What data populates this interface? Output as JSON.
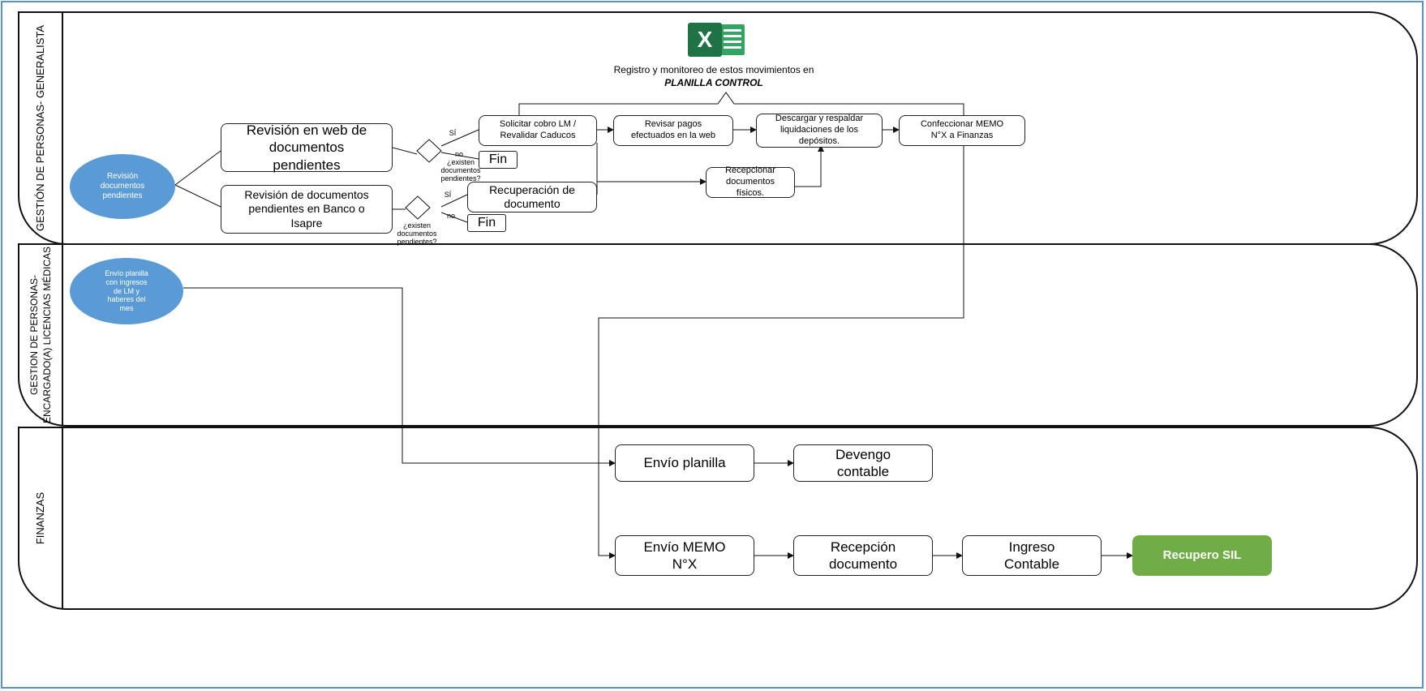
{
  "lanes": [
    {
      "title": "GESTIÓN DE PERSONAS- GENERALISTA"
    },
    {
      "title": "GESTION DE PERSONAS-\nENCARGADO(A) LICENCIAS MÉDICAS"
    },
    {
      "title": "FINANZAS"
    }
  ],
  "header": {
    "line1": "Registro y monitoreo de estos movimientos en",
    "line2": "PLANILLA CONTROL",
    "icon": "excel-icon"
  },
  "nodes": {
    "revision_start": "Revisión\ndocumentos\npendientes",
    "revision_web": "Revisión en web de\ndocumentos\npendientes",
    "revision_banco": "Revisión de documentos\npendientes en Banco o\nIsapre",
    "solicitar_cobro": "Solicitar cobro LM /\nRevalidar Caducos",
    "recuperacion_documento": "Recuperación de\ndocumento",
    "revisar_pagos": "Revisar pagos\nefectuados en la web",
    "descargar_respaldar": "Descargar y respaldar\nliquidaciones de los\ndepósitos.",
    "recepcionar_fisicos": "Recepcionar\ndocumentos\nfísicos.",
    "confeccionar_memo": "Confeccionar MEMO\nN°X a Finanzas",
    "fin_1": "Fin",
    "fin_2": "Fin",
    "envio_planilla_start": "Envío planilla\ncon ingresos\nde LM y\nhaberes del\nmes",
    "envio_planilla": "Envío planilla",
    "devengo_contable": "Devengo\ncontable",
    "envio_memo": "Envío MEMO\nN°X",
    "recepcion_documento": "Recepción\ndocumento",
    "ingreso_contable": "Ingreso\nContable",
    "recupero_sil": "Recupero SIL"
  },
  "decisions": {
    "question_1": "¿existen\ndocumentos\npendientes?",
    "question_2": "¿existen\ndocumentos\npendientes?",
    "yes_1": "SÍ",
    "no_1": "no",
    "yes_2": "SÍ",
    "no_2": "no"
  },
  "colors": {
    "start_ellipse": "#5b9bd5",
    "final_box": "#70ad47",
    "frame": "#5b8fd6"
  }
}
